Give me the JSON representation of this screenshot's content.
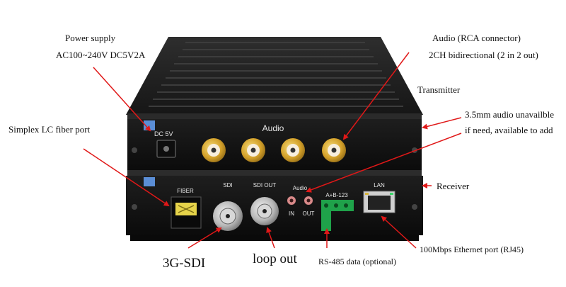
{
  "annotations": {
    "power_supply_line1": "Power supply",
    "power_supply_line2": "AC100~240V DC5V2A",
    "audio_rca_line1": "Audio (RCA connector)",
    "audio_rca_line2": "2CH bidirectional (2 in 2 out)",
    "transmitter": "Transmitter",
    "audio_35_line1": "3.5mm audio unavailble",
    "audio_35_line2": "if need, available to add",
    "simplex_fiber": "Simplex LC fiber port",
    "receiver": "Receiver",
    "sdi_3g": "3G-SDI",
    "loop_out": "loop out",
    "rs485": "RS-485 data (optional)",
    "ethernet": "100Mbps Ethernet port (RJ45)"
  },
  "device_labels": {
    "dc": "DC 5V",
    "audio_top": "Audio",
    "fiber": "FIBER",
    "sdi": "SDI",
    "sdi_out": "SDI OUT",
    "audio_small": "Audio",
    "audio_in": "IN",
    "audio_out": "OUT",
    "rs485_pins": "A+B-123",
    "lan": "LAN"
  },
  "colors": {
    "arrow": "#e01818",
    "chassis": "#141414",
    "gold": "#d4a12a"
  }
}
